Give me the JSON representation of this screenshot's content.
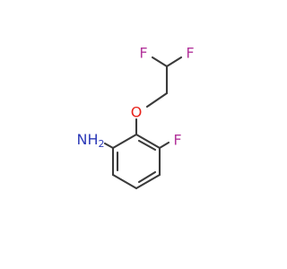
{
  "molecule": {
    "atoms": {
      "F1": {
        "symbol": "F",
        "color": "#b3359b"
      },
      "F2": {
        "symbol": "F",
        "color": "#b3359b"
      },
      "O": {
        "symbol": "O",
        "color": "#e8231b"
      },
      "F3": {
        "symbol": "F",
        "color": "#b3359b"
      },
      "N": {
        "symbol": "NH",
        "subscript": "2",
        "color": "#2d3ab8"
      }
    },
    "bond_color": "#3a3a3a"
  }
}
